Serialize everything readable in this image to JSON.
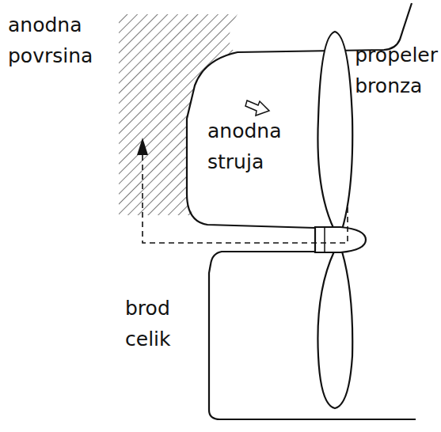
{
  "diagram": {
    "labels": [
      "anodna povrsina",
      "anodna struja",
      "propeler bronza",
      "brod celik"
    ]
  }
}
